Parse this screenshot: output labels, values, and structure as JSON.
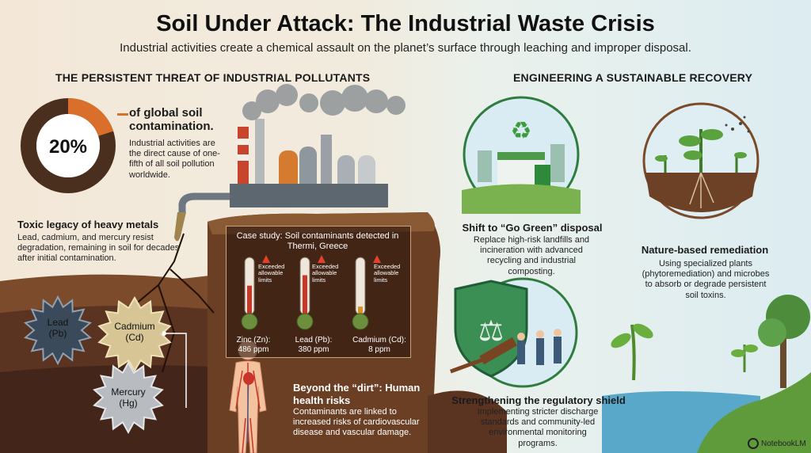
{
  "title": "Soil Under Attack: The Industrial Waste Crisis",
  "subtitle": "Industrial activities create a chemical assault on the planet’s surface through leaching and improper disposal.",
  "left": {
    "heading": "THE PERSISTENT THREAT OF INDUSTRIAL POLLUTANTS",
    "stat": {
      "value": "20%",
      "fraction": 0.2,
      "headline": "of global soil contamination.",
      "body": "Industrial activities are the direct cause of one-fifth of all soil pollution worldwide."
    },
    "toxic": {
      "title": "Toxic legacy of heavy metals",
      "body": "Lead, cadmium, and mercury resist degradation, remaining in soil for decades after initial contamination."
    },
    "metals": [
      {
        "name": "Lead",
        "symbol": "(Pb)"
      },
      {
        "name": "Cadmium",
        "symbol": "(Cd)"
      },
      {
        "name": "Mercury",
        "symbol": "(Hg)"
      }
    ],
    "case_study": {
      "title": "Case study: Soil contaminants detected in Thermi, Greece",
      "warning": "Exceeded allowable limits",
      "readings": [
        {
          "label": "Zinc (Zn):",
          "value": "486 ppm",
          "level": 0.55
        },
        {
          "label": "Lead (Pb):",
          "value": "380 ppm",
          "level": 0.75
        },
        {
          "label": "Cadmium (Cd):",
          "value": "8 ppm",
          "level": 0.15
        }
      ]
    },
    "health": {
      "title": "Beyond the “dirt”: Human health risks",
      "body": "Contaminants are linked to increased risks of cardiovascular disease and vascular damage."
    }
  },
  "right": {
    "heading": "ENGINEERING A SUSTAINABLE RECOVERY",
    "items": [
      {
        "title": "Shift to “Go Green” disposal",
        "body": "Replace high-risk landfills and incineration with advanced recycling and industrial composting."
      },
      {
        "title": "Nature-based remediation",
        "body": "Using specialized plants (phytoremediation) and microbes to absorb or degrade persistent soil toxins."
      },
      {
        "title": "Strengthening the regulatory shield",
        "body": "Implementing stricter discharge standards and community-led environmental monitoring programs."
      }
    ]
  },
  "brand": "NotebookLM",
  "colors": {
    "donut_fill": "#d96f2a",
    "donut_ring": "#4a2f1e",
    "soil_dark": "#4a2a18",
    "soil_mid": "#7a4a2a",
    "water": "#59a7c9",
    "thermo_red": "#c33a2a",
    "thermo_green": "#6d8f3d",
    "warning": "#e2412e"
  }
}
